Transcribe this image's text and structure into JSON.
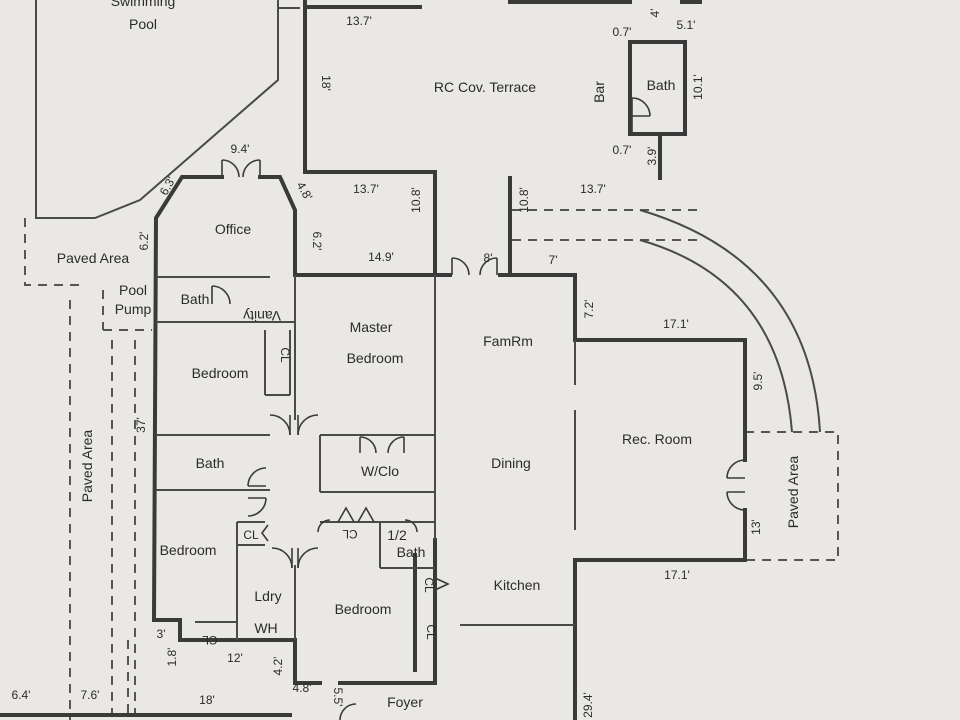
{
  "rooms": {
    "swimming_pool_1": "Swimming",
    "swimming_pool_2": "Pool",
    "terrace": "RC Cov. Terrace",
    "bar": "Bar",
    "bath_terrace": "Bath",
    "office": "Office",
    "paved_left": "Paved Area",
    "pool_pump_1": "Pool",
    "pool_pump_2": "Pump",
    "bath_office": "Bath",
    "vanity": "Vanity",
    "master_1": "Master",
    "master_2": "Bedroom",
    "famrm": "FamRm",
    "bedroom_top": "Bedroom",
    "cl": "CL",
    "bath_mid": "Bath",
    "wclo": "W/Clo",
    "dining": "Dining",
    "rec_room": "Rec. Room",
    "paved_right": "Paved Area",
    "paved_vertical": "Paved Area",
    "bedroom_bottom": "Bedroom",
    "half_bath_1": "1/2",
    "half_bath_2": "Bath",
    "kitchen": "Kitchen",
    "laundry": "Ldry",
    "wh": "WH",
    "bedroom_front": "Bedroom",
    "foyer": "Foyer"
  },
  "dimensions": {
    "d_13_7_top": "13.7'",
    "d_0_7_a": "0.7'",
    "d_4": "4'",
    "d_5_1": "5.1'",
    "d_18": "18'",
    "d_10_1": "10.1'",
    "d_0_7_b": "0.7'",
    "d_3_9": "3.9'",
    "d_9_4": "9.4'",
    "d_6_3": "6.3'",
    "d_4_8_a": "4.8'",
    "d_13_7_mid": "13.7'",
    "d_10_8_a": "10.8'",
    "d_10_8_b": "10.8'",
    "d_13_7_right": "13.7'",
    "d_6_2_a": "6.2'",
    "d_6_2_b": "6.2'",
    "d_14_9": "14.9'",
    "d_8": "8'",
    "d_7": "7'",
    "d_7_2": "7.2'",
    "d_17_1_top": "17.1'",
    "d_9_5": "9.5'",
    "d_37": "37'",
    "d_13": "13'",
    "d_17_1_bottom": "17.1'",
    "d_3": "3'",
    "d_1_8": "1.8'",
    "d_12": "12'",
    "d_4_2": "4.2'",
    "d_6_4": "6.4'",
    "d_7_6": "7.6'",
    "d_18_bottom": "18'",
    "d_4_8_b": "4.8'",
    "d_5_5": "5.5'",
    "d_29_4": "29.4'"
  }
}
